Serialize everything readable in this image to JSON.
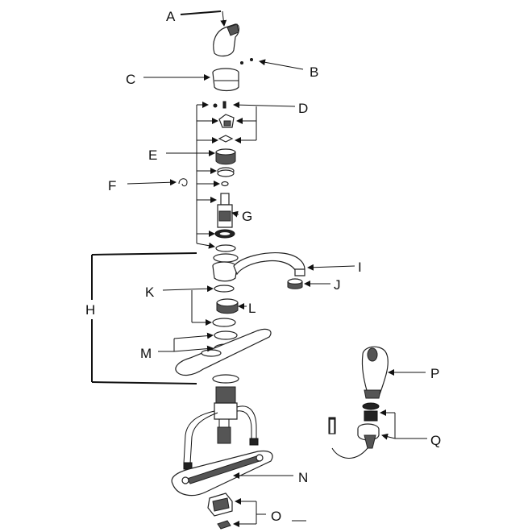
{
  "diagram": {
    "labels": {
      "A": "A",
      "B": "B",
      "C": "C",
      "D": "D",
      "E": "E",
      "F": "F",
      "G": "G",
      "H": "H",
      "I": "I",
      "J": "J",
      "K": "K",
      "L": "L",
      "M": "M",
      "N": "N",
      "O": "O",
      "P": "P",
      "Q": "Q"
    },
    "line_color": "#111111",
    "background": "#ffffff"
  }
}
